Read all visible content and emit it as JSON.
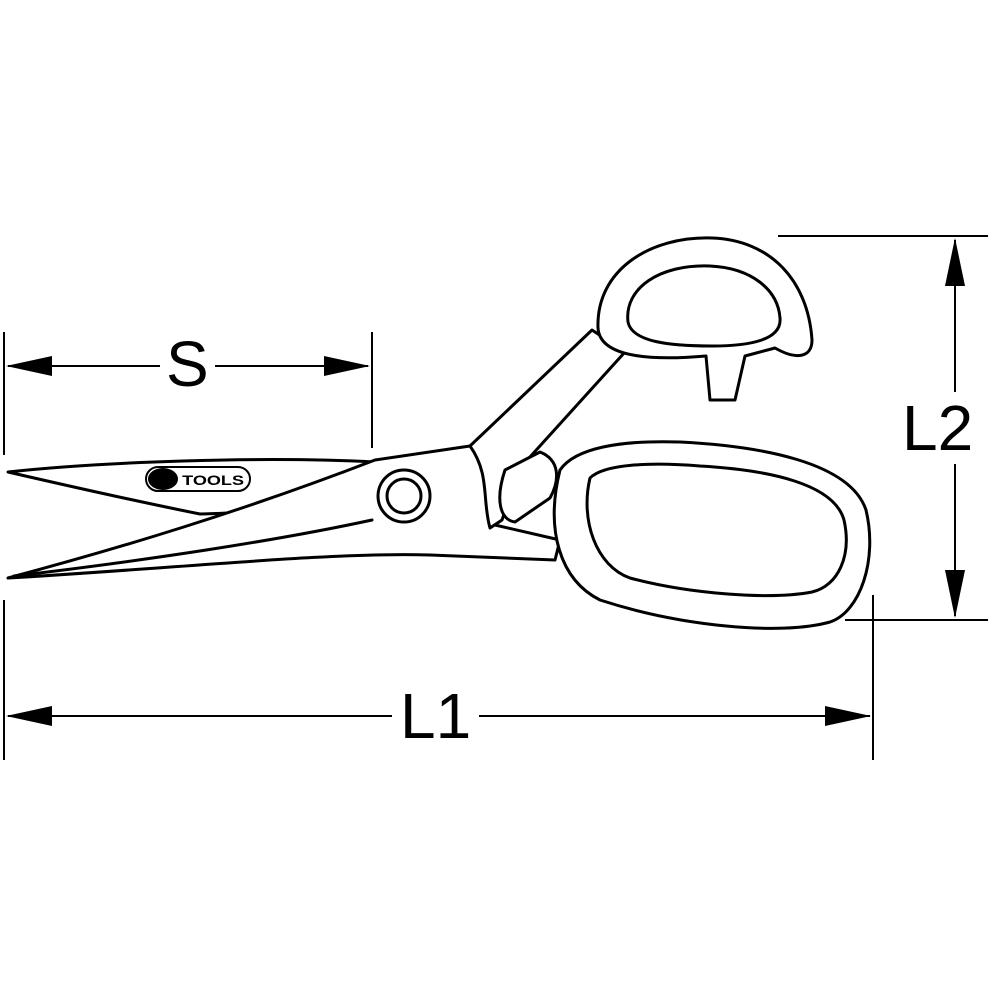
{
  "dimensions": {
    "s_label": "S",
    "l1_label": "L1",
    "l2_label": "L2"
  },
  "logo": {
    "text": "KS TOOLS"
  },
  "colors": {
    "line": "#000000",
    "background": "#ffffff"
  }
}
